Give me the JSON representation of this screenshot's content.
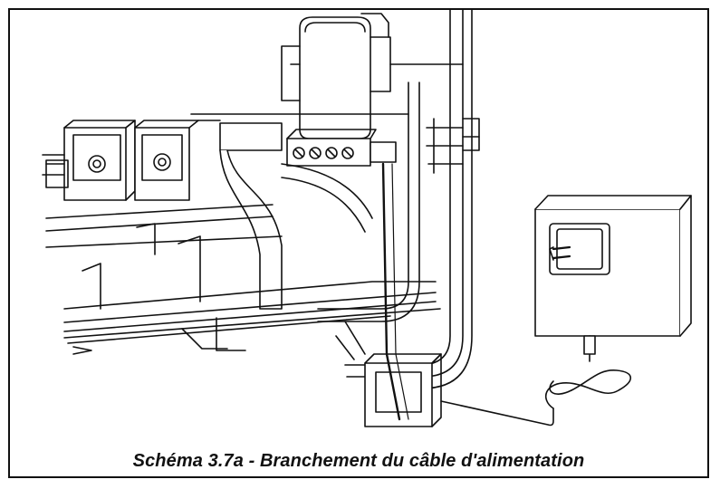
{
  "figure": {
    "caption": "Schéma 3.7a - Branchement du câble d'alimentation",
    "parts": [
      "power-adapter",
      "power-cord",
      "connector-bracket",
      "terminal-block",
      "ribbon-cable",
      "cable-guide",
      "mounting-rail"
    ]
  }
}
